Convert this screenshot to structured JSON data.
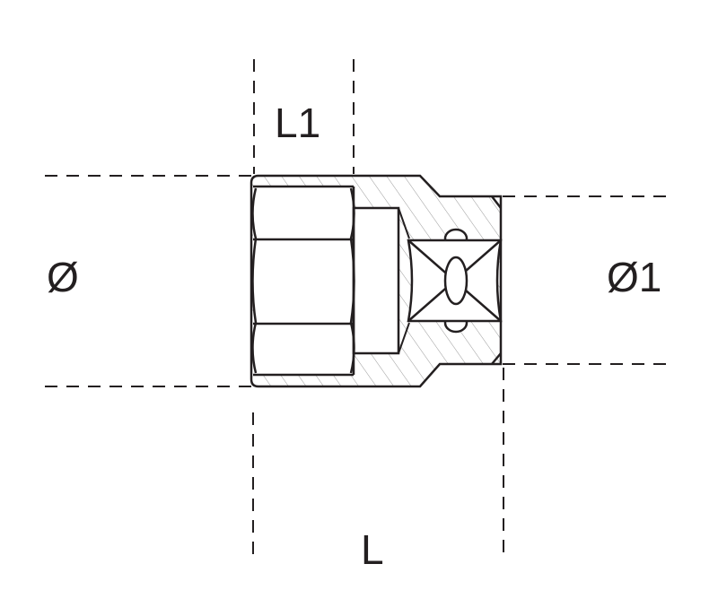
{
  "diagram": {
    "subject": "socket technical drawing (cross-section)",
    "labels": {
      "outer_diameter": "Ø",
      "drive_diameter": "Ø1",
      "hex_depth": "L1",
      "total_length": "L"
    },
    "colors": {
      "line": "#231f20",
      "hatch": "#9a9a9a",
      "background": "#ffffff"
    }
  }
}
